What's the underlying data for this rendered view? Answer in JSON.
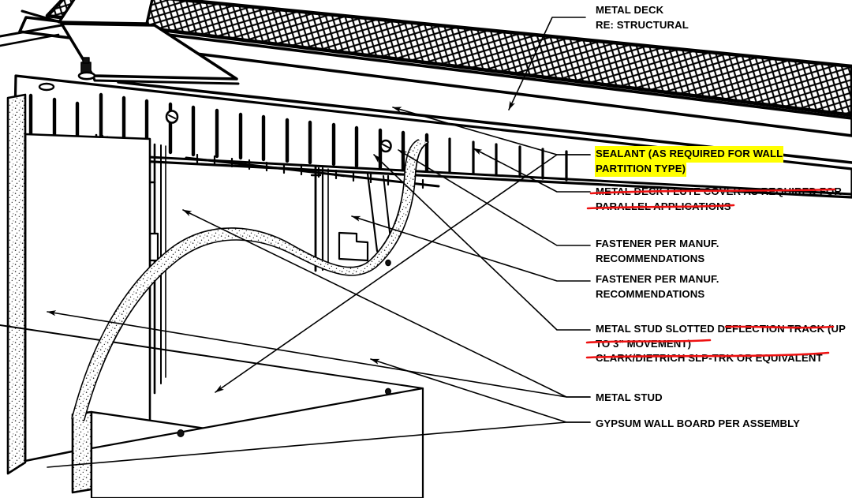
{
  "document": {
    "type": "architectural-detail-drawing",
    "subject": "Head of wall condition at metal deck — slotted deflection track",
    "view": "isometric cut-away",
    "line_color": "#000000",
    "background": "#ffffff",
    "highlight_color": "#FFFF00",
    "markup_color": "#EE1111"
  },
  "annotations": [
    {
      "id": "metal-deck",
      "lines": [
        "METAL DECK",
        "RE: STRUCTURAL"
      ],
      "highlighted": false,
      "struck_through": false
    },
    {
      "id": "sealant",
      "lines": [
        "SEALANT (AS REQUIRED FOR WALL",
        "PARTITION TYPE)"
      ],
      "highlighted": true,
      "struck_through": false
    },
    {
      "id": "metal-deck-flute-cover",
      "lines": [
        "METAL DECK FLUTE COVER AS REQUIRED FOR",
        "PARALLEL APPLICATIONS"
      ],
      "highlighted": false,
      "struck_through": true
    },
    {
      "id": "fastener-upper",
      "lines": [
        "FASTENER PER MANUF.",
        "RECOMMENDATIONS"
      ],
      "highlighted": false,
      "struck_through": false
    },
    {
      "id": "fastener-lower",
      "lines": [
        "FASTENER PER MANUF.",
        "RECOMMENDATIONS"
      ],
      "highlighted": false,
      "struck_through": false
    },
    {
      "id": "deflection-track",
      "lines": [
        "METAL STUD SLOTTED DEFLECTION TRACK (UP",
        "TO 3\" MOVEMENT)",
        "CLARK/DIETRICH SLP-TRK OR EQUIVALENT"
      ],
      "highlighted": false,
      "struck_through": true,
      "strike_note": "red line starts mid first line at '(UP' and crosses lines 2 and 3 fully"
    },
    {
      "id": "metal-stud",
      "lines": [
        "METAL STUD"
      ],
      "highlighted": false,
      "struck_through": false
    },
    {
      "id": "gypsum-wall-board",
      "lines": [
        "GYPSUM WALL BOARD PER ASSEMBLY"
      ],
      "highlighted": false,
      "struck_through": false
    }
  ],
  "drawing_components": [
    {
      "name": "metal-deck",
      "fill": "cross-hatch-diamond",
      "note": "sloping corrugated deck across top of view"
    },
    {
      "name": "deck-flute-end",
      "note": "open flute end at upper left with fastener"
    },
    {
      "name": "slotted-deflection-track",
      "note": "horizontal track with vertical slots along web"
    },
    {
      "name": "metal-stud",
      "count": 4,
      "note": "vertical studs with knockout openings"
    },
    {
      "name": "gypsum-wall-board",
      "fill": "stipple",
      "note": "board face with S-curve cut-away edge"
    },
    {
      "name": "sealant-bead",
      "note": "stippled bead at track-to-deck joint"
    },
    {
      "name": "fastener",
      "note": "small screw heads at track and deck"
    }
  ]
}
